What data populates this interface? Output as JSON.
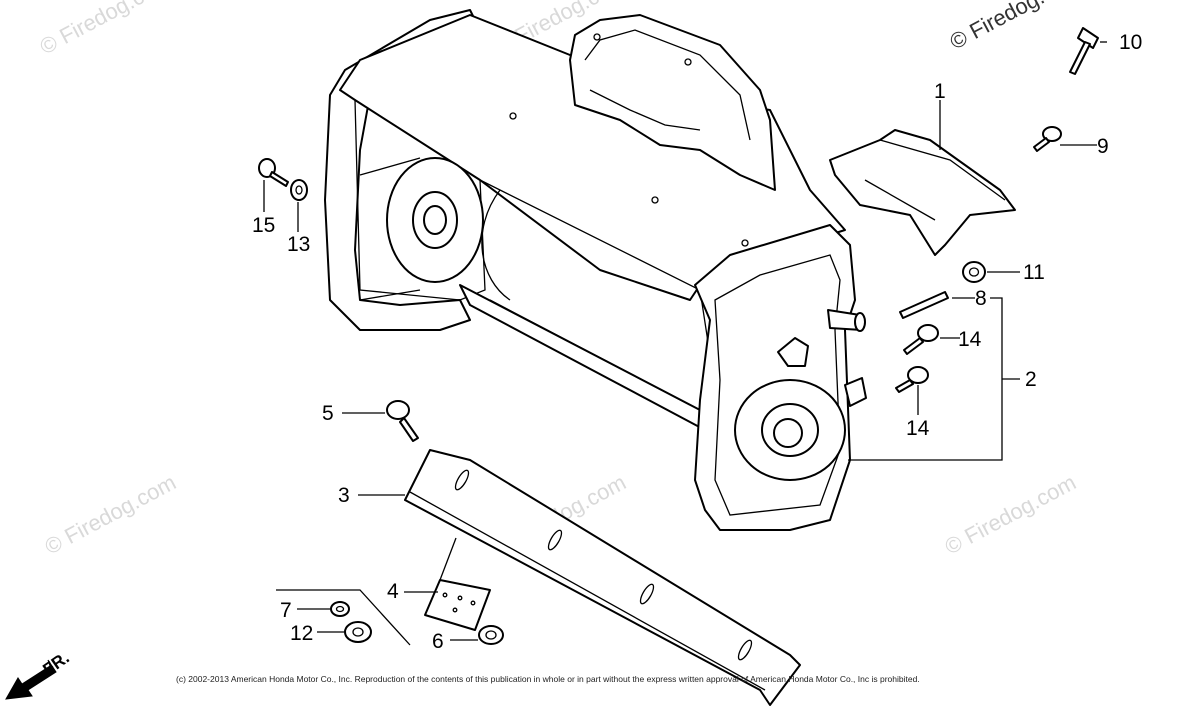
{
  "watermarks": [
    "© Firedog.com",
    "© Firedog.com",
    "© Firedog.com",
    "© Firedog.com",
    "© Firedog.com",
    "© Firedog.com"
  ],
  "callouts": {
    "c1": "1",
    "c2": "2",
    "c3": "3",
    "c4": "4",
    "c5": "5",
    "c6": "6",
    "c7": "7",
    "c8": "8",
    "c9": "9",
    "c10": "10",
    "c11": "11",
    "c12": "12",
    "c13": "13",
    "c14a": "14",
    "c14b": "14",
    "c15": "15"
  },
  "front_label": "FR.",
  "copyright": "(c) 2002-2013 American Honda Motor Co., Inc. Reproduction of the contents of this publication in whole or in part without the express written approval of American Honda Motor Co., Inc is prohibited."
}
